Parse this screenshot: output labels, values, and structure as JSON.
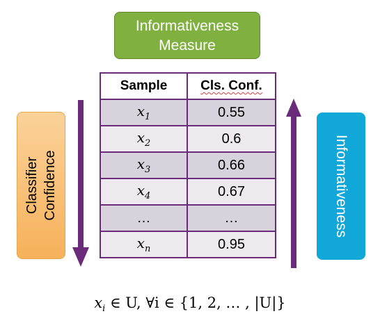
{
  "title_box": {
    "line1": "Informativeness",
    "line2": "Measure"
  },
  "left_label": {
    "line1": "Classifier",
    "line2": "Confidence"
  },
  "right_label": "Informativeness",
  "table": {
    "headers": [
      "Sample",
      "Cls. Conf."
    ],
    "rows": [
      {
        "var": "x",
        "sub": "1",
        "conf": "0.55"
      },
      {
        "var": "x",
        "sub": "2",
        "conf": "0.6"
      },
      {
        "var": "x",
        "sub": "3",
        "conf": "0.66"
      },
      {
        "var": "x",
        "sub": "4",
        "conf": "0.67"
      },
      {
        "var": "…",
        "sub": "",
        "conf": "…"
      },
      {
        "var": "x",
        "sub": "n",
        "conf": "0.95"
      }
    ]
  },
  "formula": {
    "var": "x",
    "sub": "i",
    "rest": " ∈ U, ∀i ∈ {1, 2, … , |U|}"
  },
  "colors": {
    "title_box": "#7fb040",
    "left_box": "#f6b15a",
    "right_box": "#11a7d8",
    "arrows": "#6a2c7a",
    "row_shade": "#d8d2dc"
  }
}
